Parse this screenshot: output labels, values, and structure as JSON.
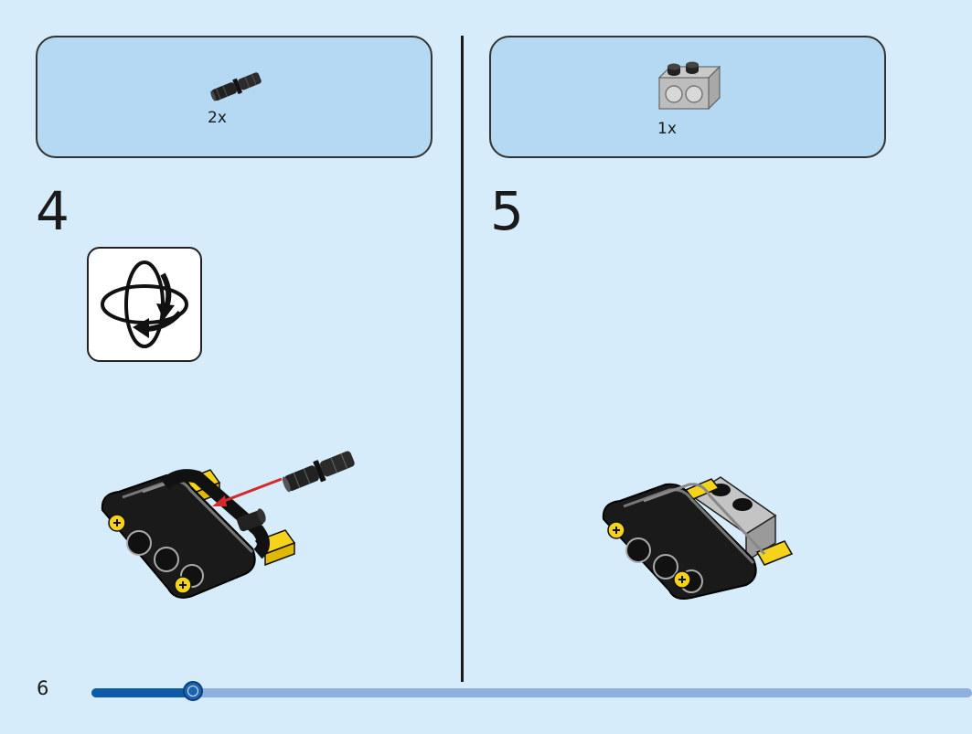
{
  "page": {
    "number": "6",
    "progress": 0.115
  },
  "steps": [
    {
      "number": "4",
      "part_qty": "2x",
      "part": "black-friction-pin-icon"
    },
    {
      "number": "5",
      "part_qty": "1x",
      "part": "light-gray-brick-1x2-with-holes-icon"
    }
  ],
  "colors": {
    "background": "#d7ecfa",
    "callout": "#b6d9f3",
    "progress": "#0c5aa8",
    "arrow": "#d32b2b"
  }
}
